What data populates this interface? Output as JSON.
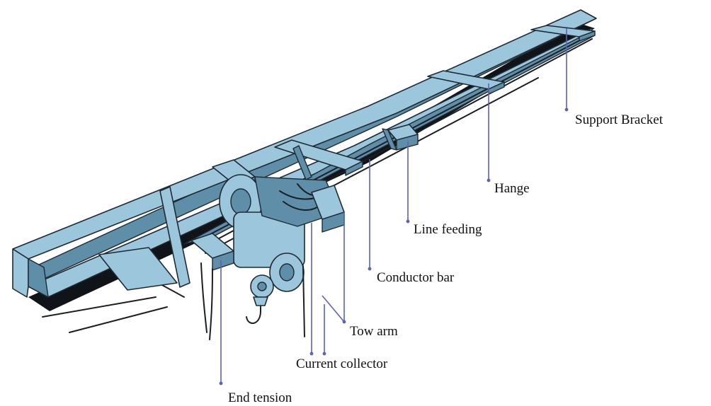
{
  "diagram": {
    "labels": [
      {
        "id": "support-bracket",
        "text": "Support Bracket"
      },
      {
        "id": "hange",
        "text": "Hange"
      },
      {
        "id": "line-feeding",
        "text": "Line feeding"
      },
      {
        "id": "conductor-bar",
        "text": "Conductor bar"
      },
      {
        "id": "tow-arm",
        "text": "Tow arm"
      },
      {
        "id": "current-collector",
        "text": "Current collector"
      },
      {
        "id": "end-tension",
        "text": "End tension"
      }
    ],
    "colors": {
      "steel": "#9cc6dc",
      "steel_shade": "#5f8ea8",
      "outline": "#1e2a33",
      "leader_line": "#5a63b8",
      "text": "#111111"
    }
  }
}
